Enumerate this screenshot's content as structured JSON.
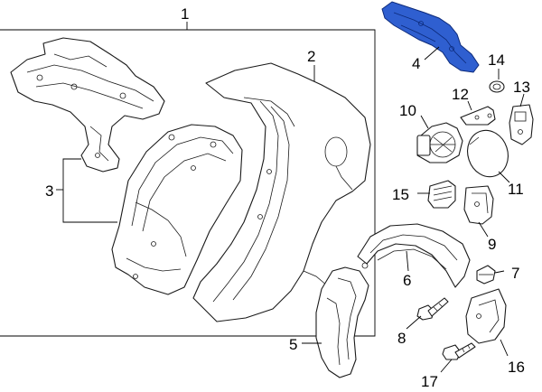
{
  "diagram": {
    "callouts": [
      {
        "id": "1",
        "label": "1"
      },
      {
        "id": "2",
        "label": "2"
      },
      {
        "id": "3",
        "label": "3"
      },
      {
        "id": "4",
        "label": "4"
      },
      {
        "id": "5",
        "label": "5"
      },
      {
        "id": "6",
        "label": "6"
      },
      {
        "id": "7",
        "label": "7"
      },
      {
        "id": "8",
        "label": "8"
      },
      {
        "id": "9",
        "label": "9"
      },
      {
        "id": "10",
        "label": "10"
      },
      {
        "id": "11",
        "label": "11"
      },
      {
        "id": "12",
        "label": "12"
      },
      {
        "id": "13",
        "label": "13"
      },
      {
        "id": "14",
        "label": "14"
      },
      {
        "id": "15",
        "label": "15"
      },
      {
        "id": "16",
        "label": "16"
      },
      {
        "id": "17",
        "label": "17"
      }
    ],
    "highlight_color": "#2f5fd0",
    "line_color": "#1a1a1a"
  }
}
